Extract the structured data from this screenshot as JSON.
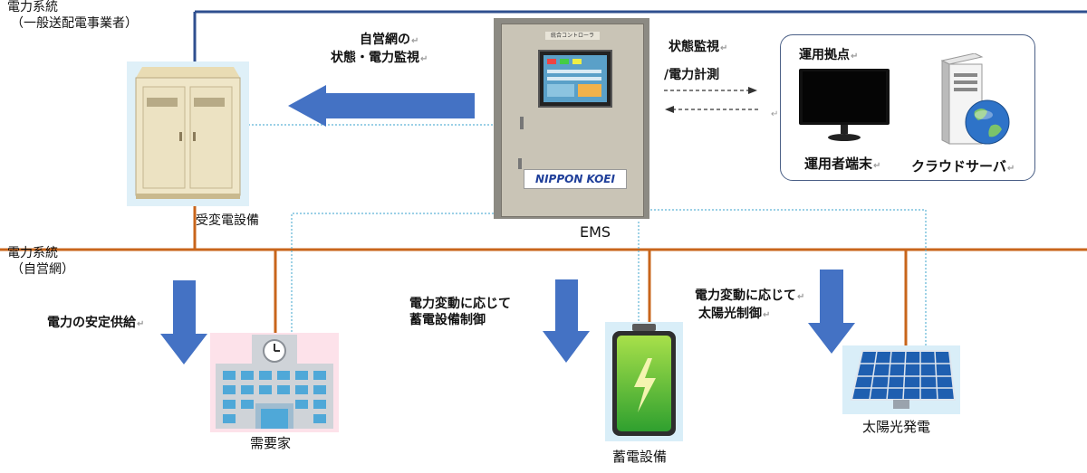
{
  "grid": {
    "utility_label_line1": "電力系統",
    "utility_label_line2": "（一般送配電事業者）",
    "private_label_line1": "電力系統",
    "private_label_line2": "（自営網）"
  },
  "substation": {
    "label": "受変電設備"
  },
  "monitor_arrow": {
    "line1": "自営網の",
    "line2": "状態・電力監視"
  },
  "ems": {
    "label": "EMS",
    "panel_title": "統合コントローラ",
    "brand": "NIPPON KOEI"
  },
  "comm": {
    "line1": "状態監視",
    "line2": "/電力計測"
  },
  "operations": {
    "title": "運用拠点",
    "terminal_label": "運用者端末",
    "cloud_label": "クラウドサーバ"
  },
  "demand": {
    "arrow_label": "電力の安定供給",
    "label": "需要家"
  },
  "battery": {
    "arrow_line1": "電力変動に応じて",
    "arrow_line2": "蓄電設備制御",
    "label": "蓄電設備"
  },
  "solar": {
    "arrow_line1": "電力変動に応じて",
    "arrow_line2": "太陽光制御",
    "label": "太陽光発電"
  },
  "colors": {
    "utility_line": "#2f4f8f",
    "private_line": "#c8651b",
    "arrow_blue": "#4472c4",
    "signal_dotted": "#5fb3d6"
  }
}
